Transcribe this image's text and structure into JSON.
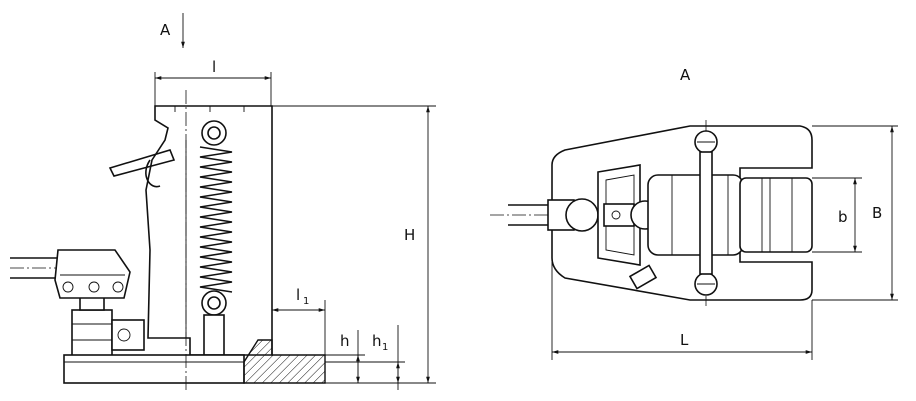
{
  "side_view": {
    "view_arrow_label": "A",
    "dim_top_width": "l",
    "dim_total_height": "H",
    "dim_toe_length": "l",
    "dim_toe_length_sub": "1",
    "dim_toe_height": "h",
    "dim_toe_height_2": "h",
    "dim_toe_height_2_sub": "1"
  },
  "top_view": {
    "view_title": "A",
    "dim_length": "L",
    "dim_width": "B",
    "dim_inner_width": "b"
  }
}
